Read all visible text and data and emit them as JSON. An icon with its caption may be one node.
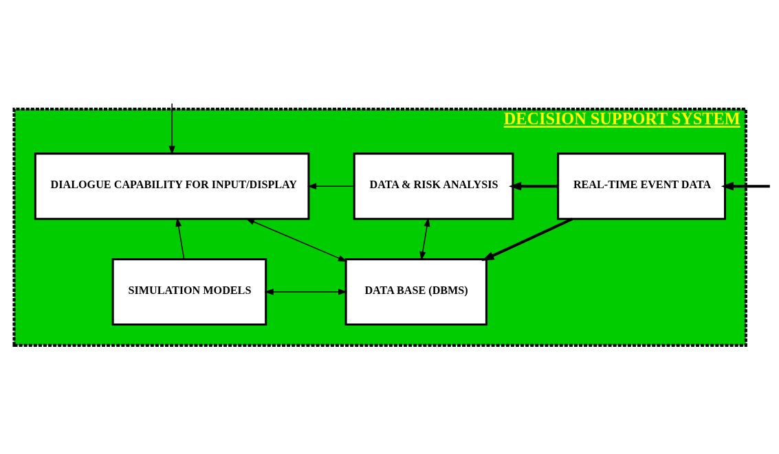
{
  "diagram": {
    "nodes": [
      {
        "text": [
          "DECISION SUPPORT SYSTEM"
        ]
      },
      {
        "text": [
          "DIALOGUE CAPABILITY FOR INPUT/DISPLAY"
        ],
        "in": 0
      },
      {
        "text": [
          "DATA & RISK ANALYSIS"
        ],
        "in": 0
      },
      {
        "text": [
          "REAL-TIME EVENT DATA"
        ],
        "in": 0
      },
      {
        "text": [
          "SIMULATION MODELS"
        ],
        "in": 0
      },
      {
        "text": [
          "DATA BASE (DBMS)"
        ],
        "in": 0
      }
    ],
    "edges": [
      {
        "from": null,
        "to": 1,
        "arrow": "to"
      },
      {
        "from": 2,
        "to": 1,
        "arrow": "to"
      },
      {
        "from": 3,
        "to": 2,
        "arrow": "to",
        "style": "thick"
      },
      {
        "from": 1,
        "to": 5,
        "arrow": "both"
      },
      {
        "from": 2,
        "to": 5,
        "arrow": "both"
      },
      {
        "from": 4,
        "to": 1,
        "arrow": "to"
      },
      {
        "from": 4,
        "to": 5,
        "arrow": "both"
      },
      {
        "from": 3,
        "to": 5,
        "arrow": "to",
        "style": "thick"
      },
      {
        "from": null,
        "to": 3,
        "arrow": "to",
        "style": "thick"
      }
    ]
  }
}
